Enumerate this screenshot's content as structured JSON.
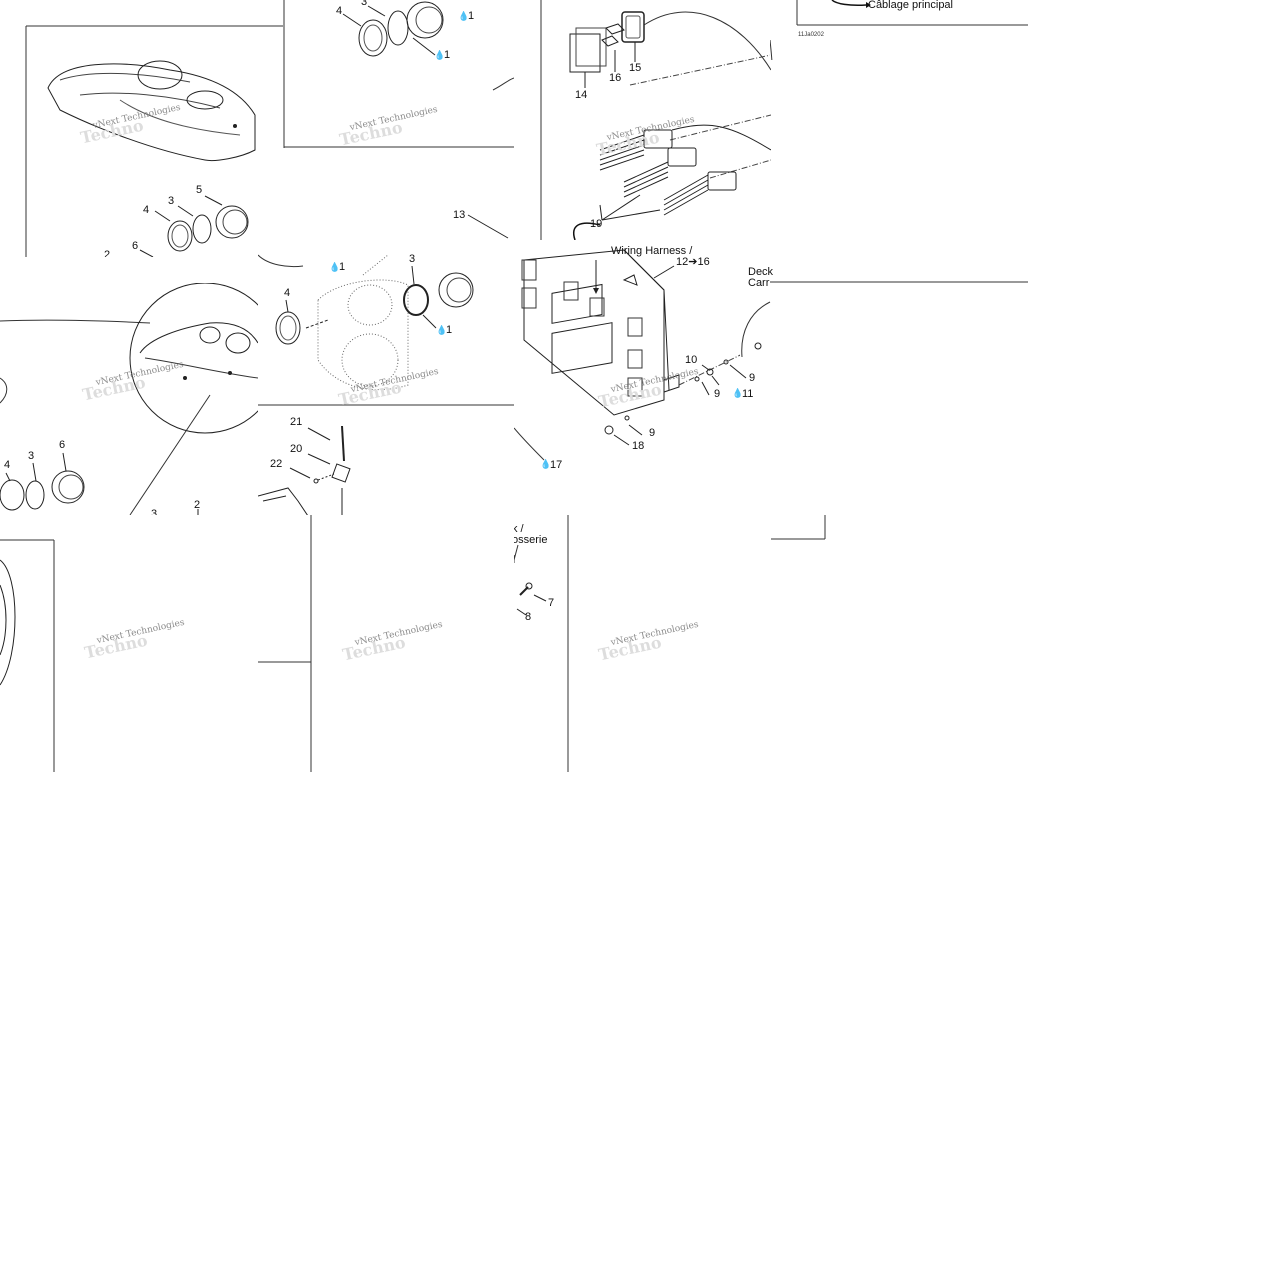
{
  "watermark": "vNext Technologies",
  "watermark_ghost": "Techno",
  "drop_icon": "💧",
  "arrow_glyph": "→",
  "caption_main": "Câblage principal",
  "drawing_code": "11Ja0202",
  "wiring_harness": "Wiring Harness /",
  "range_12_16": "12➔16",
  "deck": "Deck",
  "carr": "Carr",
  "carrosserie_1": "k /",
  "carrosserie_2": "osserie",
  "numbers": {
    "n1": "1",
    "n2": "2",
    "n3": "3",
    "n4": "4",
    "n5": "5",
    "n6": "6",
    "n7": "7",
    "n8": "8",
    "n9": "9",
    "n10": "10",
    "n11": "11",
    "n13": "13",
    "n14": "14",
    "n15": "15",
    "n16": "16",
    "n17": "17",
    "n18": "18",
    "n19": "19",
    "n20": "20",
    "n21": "21",
    "n22": "22"
  }
}
